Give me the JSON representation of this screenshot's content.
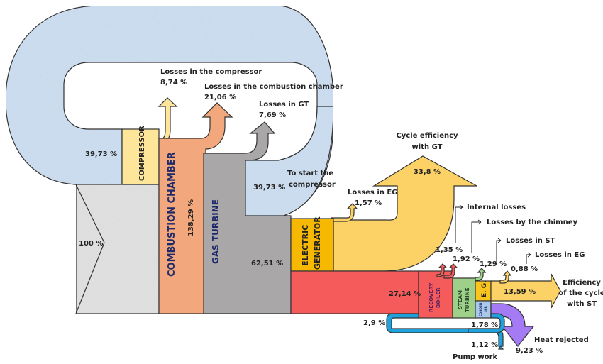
{
  "diagram": {
    "type": "sankey-energy-flow",
    "title": "",
    "colors": {
      "loop": "#cfe0f3",
      "input": "#e3e3e3",
      "compressor": "#fde59a",
      "combustion_chamber": "#f2a77c",
      "gas_turbine": "#a9a7a7",
      "electric_generator": "#f6b800",
      "gt_output": "#fcd267",
      "recovery_boiler": "#f55b5b",
      "steam_turbine": "#9ed08a",
      "eg_small": "#f9c51c",
      "condenser": "#a9c8ea",
      "heat_rejected": "#a57af5",
      "pump_loop": "#1fa2dc",
      "text_dark_blue": "#1f2a6a"
    },
    "components": {
      "compressor": "COMPRESSOR",
      "combustion_chamber": "COMBUSTION CHAMBER",
      "combustion_chamber_value": "138,29 %",
      "gas_turbine": "GAS TURBINE",
      "electric_generator_line1": "ELECTRIC",
      "electric_generator_line2": "GENERATOR",
      "recovery_boiler_line1": "RECOVERY",
      "recovery_boiler_line2": "BOILER",
      "steam_turbine_line1": "STEAM",
      "steam_turbine_line2": "TURBINE",
      "eg_small": "E. G.",
      "condenser_line1": "CONDEN",
      "condenser_line2": "SER"
    },
    "flows": {
      "input": "100 %",
      "loop_left": "39,73 %",
      "loop_right": "39,73 %",
      "to_start_line1": "To start the",
      "to_start_line2": "compressor",
      "gt_output": "62,51 %",
      "loss_compressor_label": "Losses in the compressor",
      "loss_compressor_value": "8,74 %",
      "loss_cc_label": "Losses in the combustion  chamber",
      "loss_cc_value": "21,06 %",
      "loss_gt_label": "Losses in GT",
      "loss_gt_value": "7,69 %",
      "cycle_eff_gt_line1": "Cycle efficiency",
      "cycle_eff_gt_line2": "with GT",
      "cycle_eff_gt_value": "33,8 %",
      "loss_eg_label": "Losses in EG",
      "loss_eg_value": "1,57 %",
      "recovery_value": "27,14 %",
      "internal_losses_label": "Internal losses",
      "internal_losses_value": "1,35 %",
      "chimney_label": "Losses by the chimney",
      "chimney_value": "1,92 %",
      "loss_st_label": "Losses in ST",
      "loss_st_value": "1,29 %",
      "loss_eg2_label": "Losses in EG",
      "loss_eg2_value": "0,88 %",
      "eff_st_value": "13,59 %",
      "eff_st_line1": "Efficiency",
      "eff_st_line2": "of the cycle",
      "eff_st_line3": "with ST",
      "pump_loop_value": "2,9 %",
      "condenser_return_value": "1,78 %",
      "pump_work_value": "1,12 %",
      "pump_work_label": "Pump work",
      "heat_rejected_label": "Heat rejected",
      "heat_rejected_value": "9,23 %"
    }
  }
}
